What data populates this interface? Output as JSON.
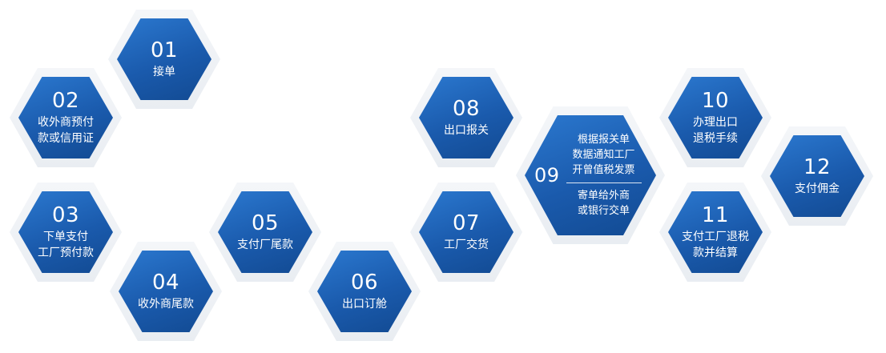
{
  "steps": [
    {
      "num": "01",
      "label": "接单"
    },
    {
      "num": "02",
      "label": "收外商预付\n款或信用证"
    },
    {
      "num": "03",
      "label": "下单支付\n工厂预付款"
    },
    {
      "num": "04",
      "label": "收外商尾款"
    },
    {
      "num": "05",
      "label": "支付厂尾款"
    },
    {
      "num": "06",
      "label": "出口订舱"
    },
    {
      "num": "07",
      "label": "工厂交货"
    },
    {
      "num": "08",
      "label": "出口报关"
    },
    {
      "num": "09",
      "label_top": "根据报关单\n数据通知工厂\n开曾值税发票",
      "label_bottom": "寄单给外商\n或银行交单"
    },
    {
      "num": "10",
      "label": "办理出口\n退税手续"
    },
    {
      "num": "11",
      "label": "支付工厂退税\n款并结算"
    },
    {
      "num": "12",
      "label": "支付佣金"
    }
  ],
  "colors": {
    "hex_fill": "#1a5aac",
    "hex_border": "#eef1f5",
    "text": "#ffffff"
  }
}
